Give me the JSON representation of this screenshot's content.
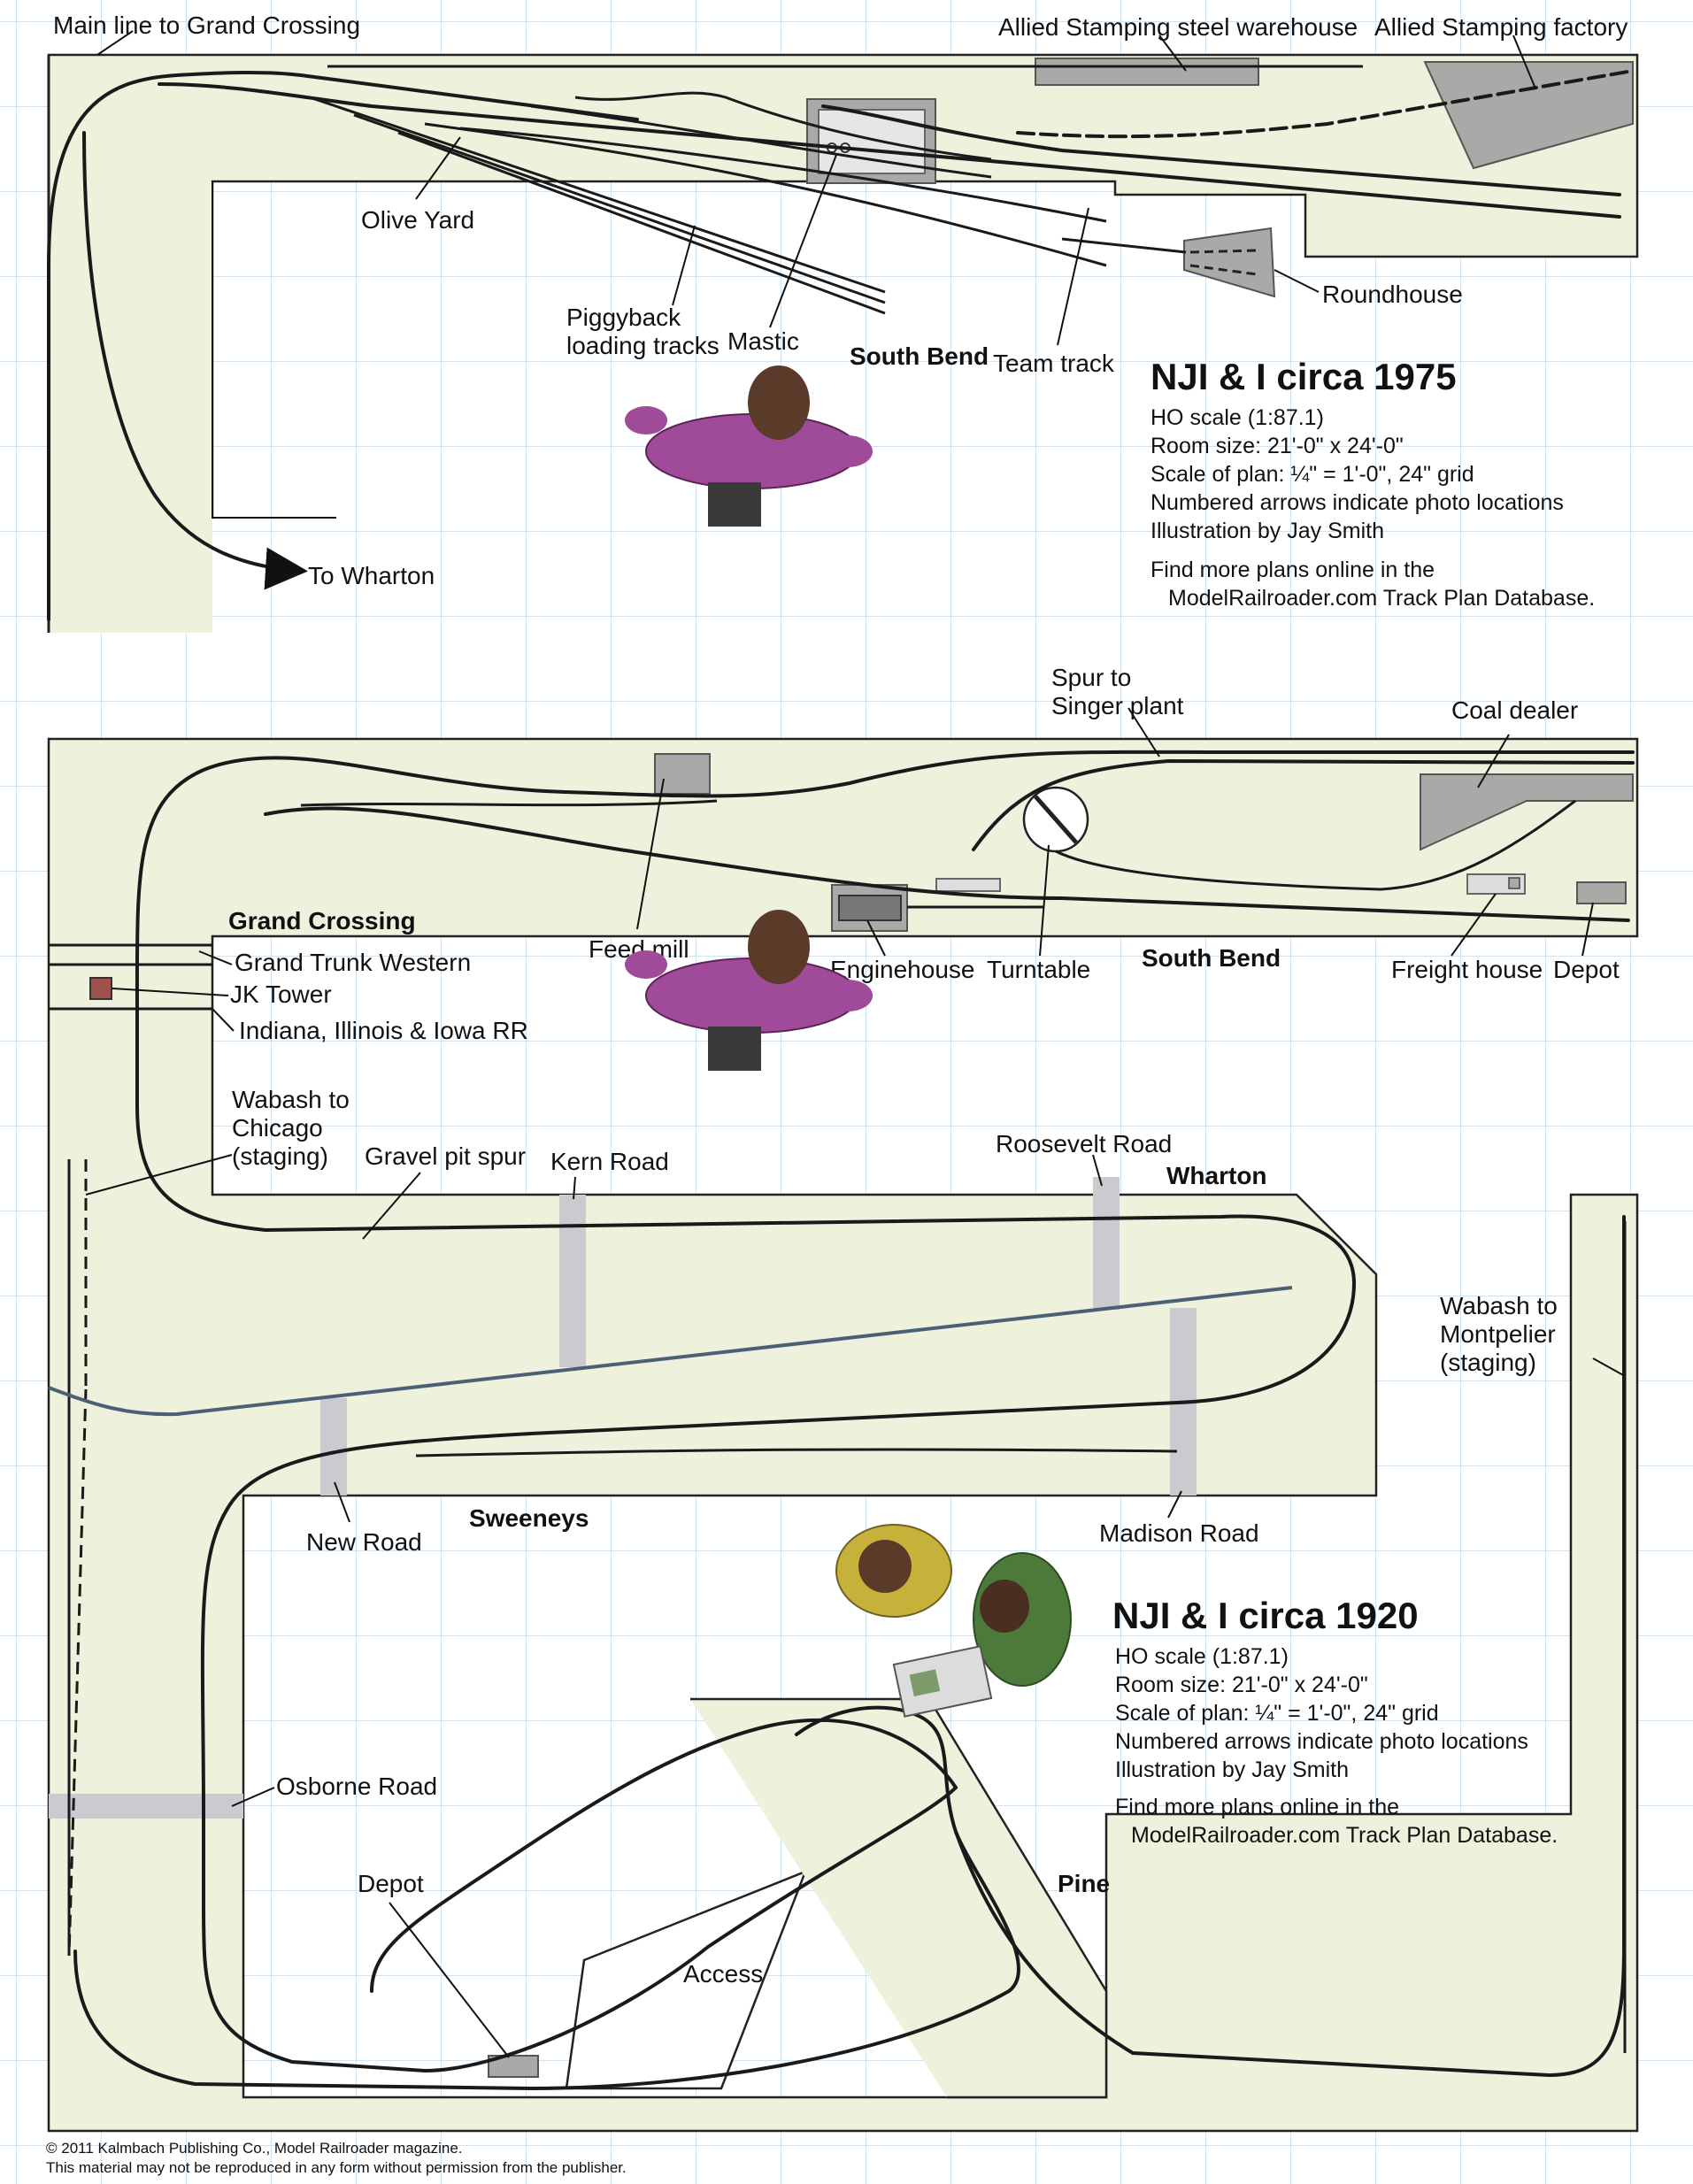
{
  "colors": {
    "benchwork": "#eef1dc",
    "grid": "#cfe3f3",
    "track": "#1a1a1a",
    "roads": "#c9cbcf",
    "structures": "#a9aaa8",
    "figure_shirt": "#a04a9a"
  },
  "plan_1975": {
    "title": "NJI & I circa 1975",
    "info": [
      "HO scale (1:87.1)",
      "Room size: 21'-0\" x 24'-0\"",
      "Scale of plan: ¼\" = 1'-0\", 24\" grid",
      "Numbered arrows indicate photo locations",
      "Illustration by Jay Smith"
    ],
    "more": [
      "Find more plans online in the",
      "ModelRailroader.com Track Plan Database."
    ],
    "labels": {
      "main_line": "Main line to Grand Crossing",
      "steel_warehouse": "Allied Stamping steel warehouse",
      "factory": "Allied Stamping factory",
      "olive_yard": "Olive Yard",
      "piggyback_1": "Piggyback",
      "piggyback_2": "loading tracks",
      "mastic": "Mastic",
      "south_bend": "South Bend",
      "team_track": "Team track",
      "roundhouse": "Roundhouse",
      "to_wharton": "To Wharton"
    }
  },
  "plan_1920": {
    "title": "NJI & I circa 1920",
    "info": [
      "HO scale (1:87.1)",
      "Room size: 21'-0\" x 24'-0\"",
      "Scale of plan: ¼\" = 1'-0\", 24\" grid",
      "Numbered arrows indicate photo locations",
      "Illustration by Jay Smith"
    ],
    "more": [
      "Find more plans online in the",
      "ModelRailroader.com Track Plan Database."
    ],
    "labels": {
      "spur_1": "Spur to",
      "spur_2": "Singer plant",
      "coal_dealer": "Coal dealer",
      "grand_crossing": "Grand Crossing",
      "grand_trunk": "Grand Trunk Western",
      "jk_tower": "JK Tower",
      "iiirr": "Indiana, Illinois & Iowa RR",
      "feed_mill": "Feed mill",
      "enginehouse": "Enginehouse",
      "turntable": "Turntable",
      "south_bend": "South Bend",
      "freight_house": "Freight house",
      "depot_sb": "Depot",
      "wabash_chi_1": "Wabash to",
      "wabash_chi_2": "Chicago",
      "wabash_chi_3": "(staging)",
      "gravel_pit": "Gravel pit spur",
      "kern_road": "Kern Road",
      "roosevelt_road": "Roosevelt Road",
      "wharton": "Wharton",
      "wabash_mont_1": "Wabash to",
      "wabash_mont_2": "Montpelier",
      "wabash_mont_3": "(staging)",
      "new_road": "New Road",
      "sweeneys": "Sweeneys",
      "madison_road": "Madison Road",
      "osborne_road": "Osborne Road",
      "depot": "Depot",
      "access": "Access",
      "pine": "Pine"
    }
  },
  "copyright": {
    "line1": "© 2011 Kalmbach Publishing Co., Model Railroader magazine.",
    "line2": "This material may not be reproduced in any form without permission from the publisher."
  }
}
